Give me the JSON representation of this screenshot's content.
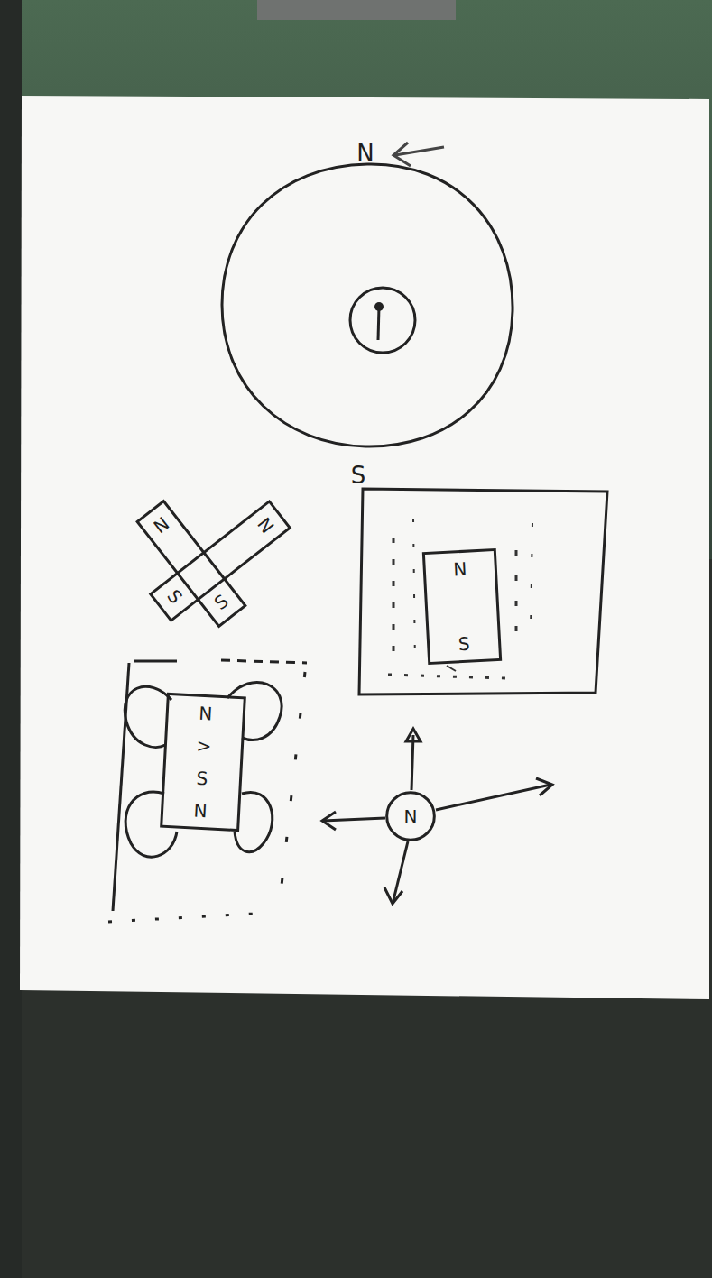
{
  "diagram": {
    "nodes": [
      {
        "text": [
          "N",
          "S"
        ]
      },
      {
        "text": [
          "N",
          "S"
        ]
      },
      {
        "text": [
          "N",
          "S"
        ]
      },
      {
        "text": [
          "N",
          ">",
          "S",
          "N"
        ]
      },
      {
        "text": [
          "N"
        ]
      }
    ],
    "labels": [
      "N",
      "S"
    ]
  }
}
